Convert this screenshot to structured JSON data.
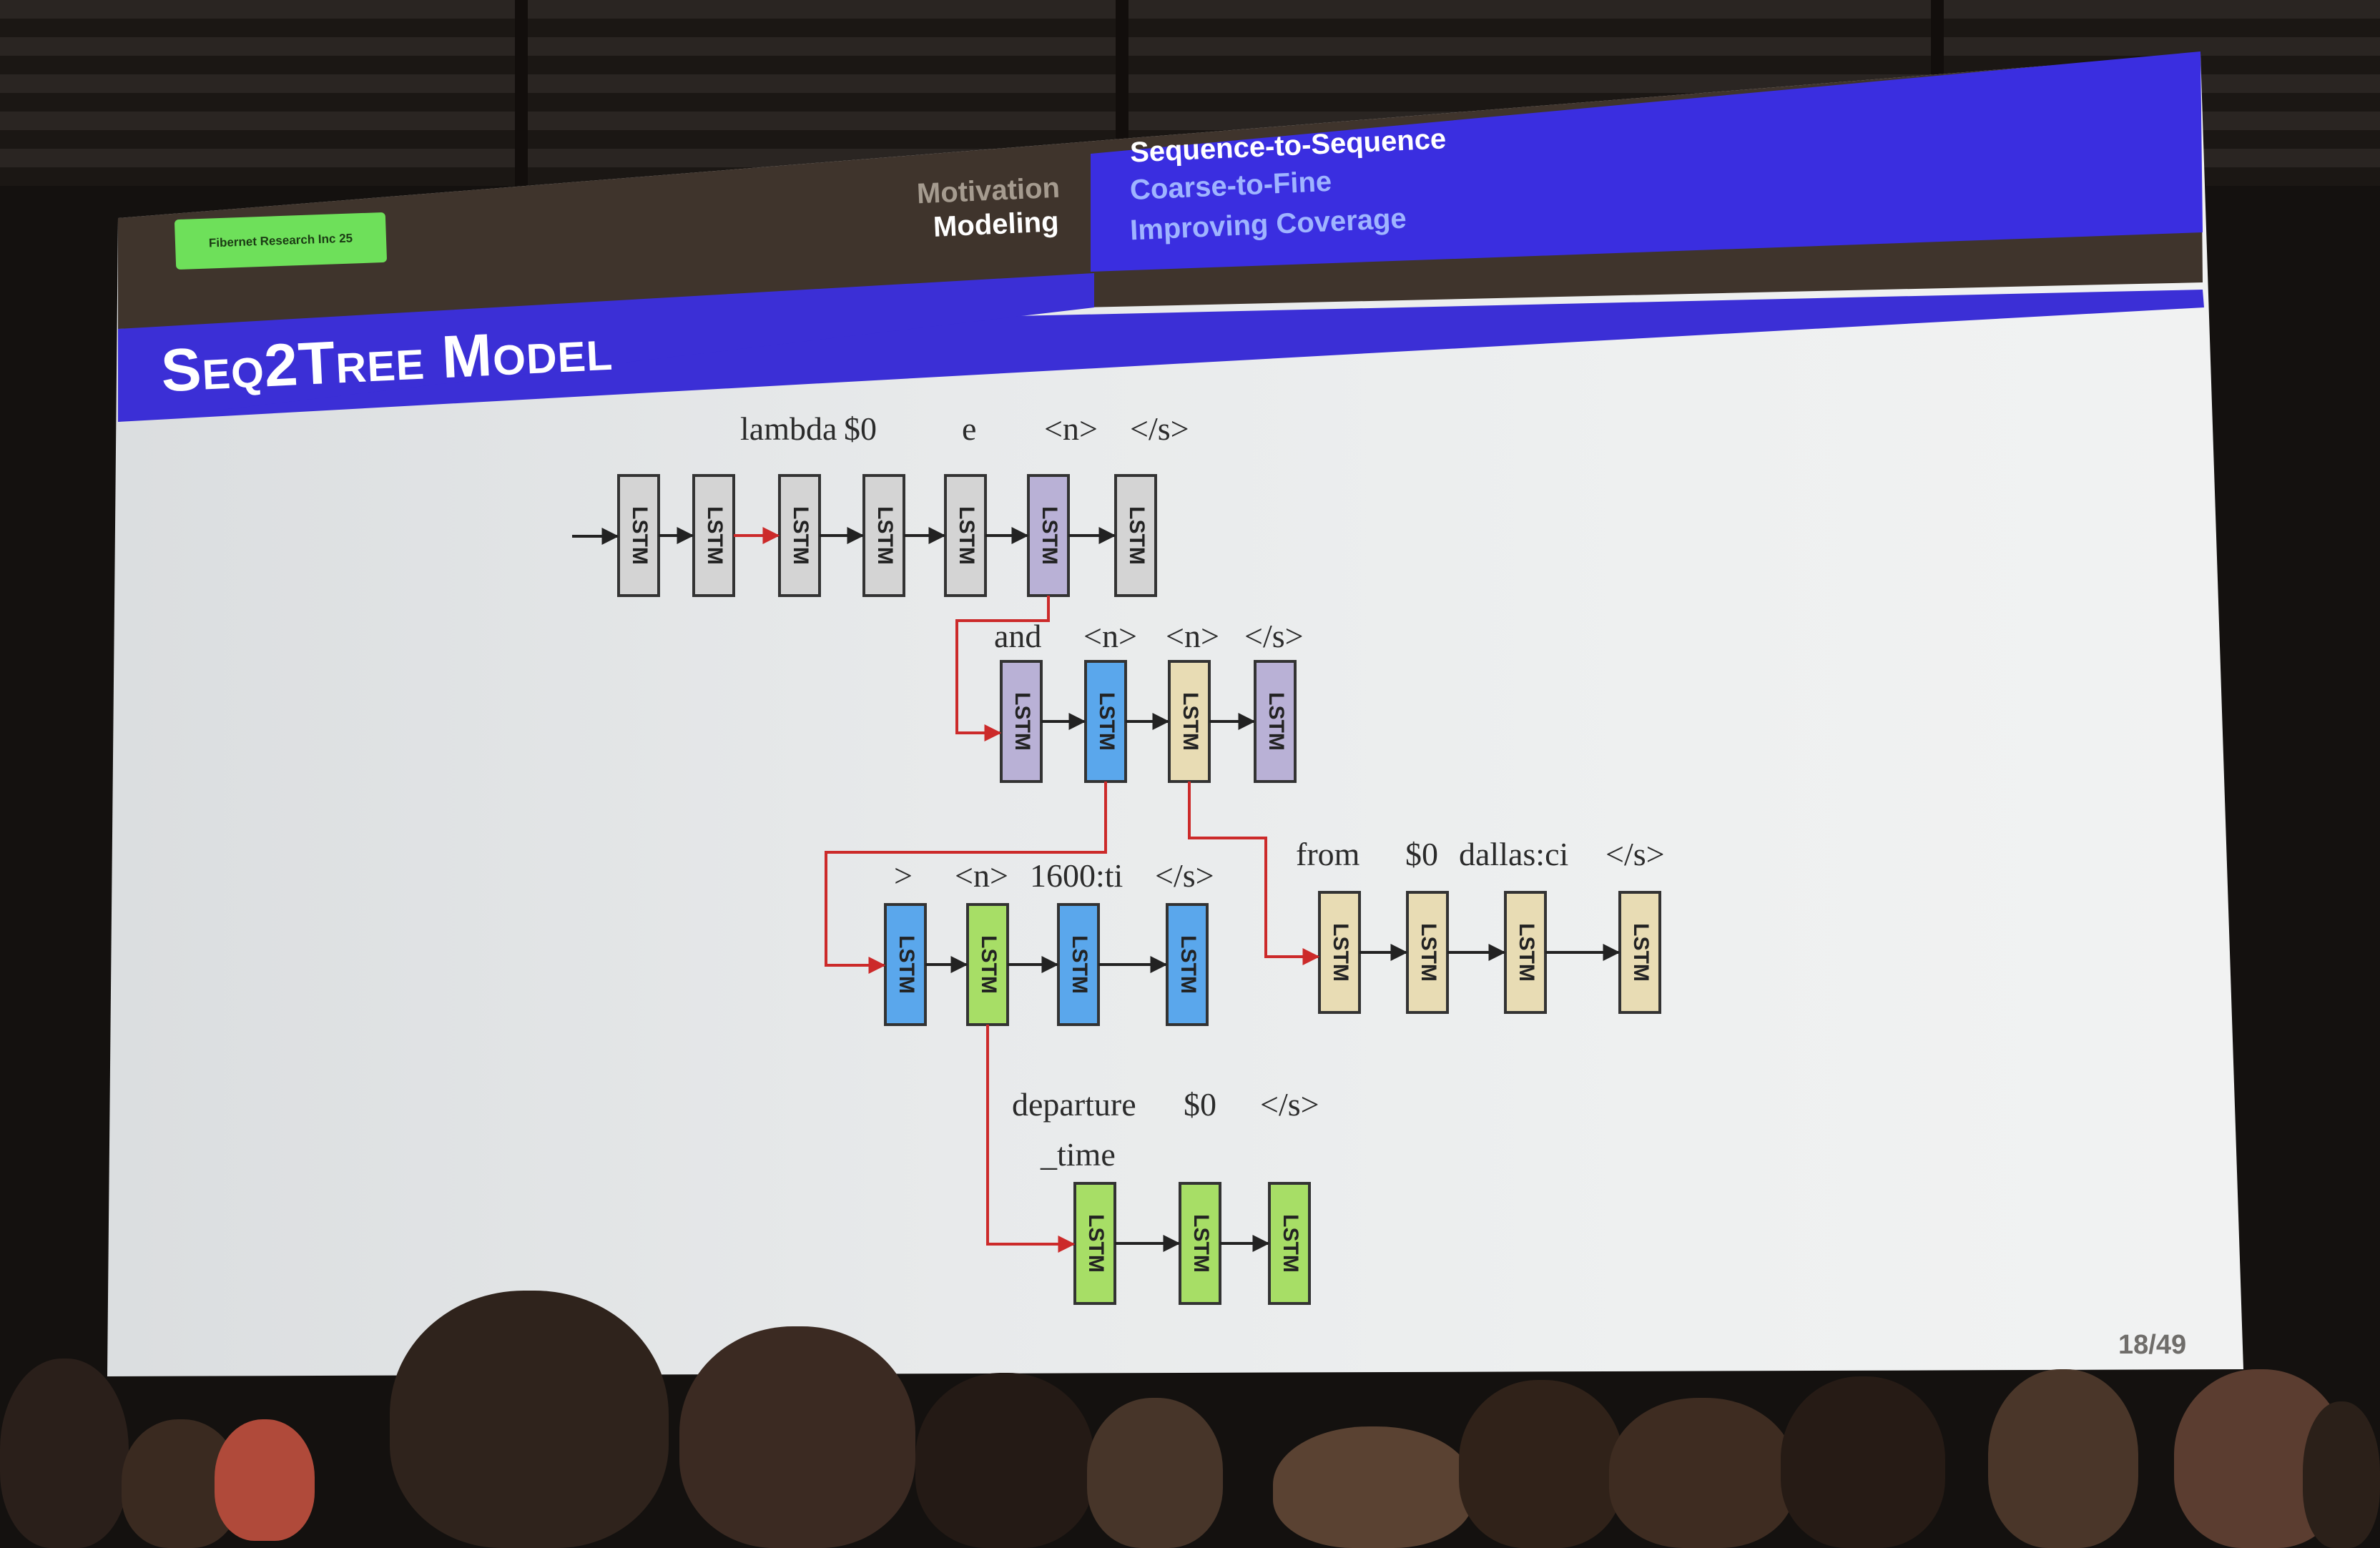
{
  "logo_text": "Fibernet Research Inc 25",
  "nav": {
    "sections": [
      "Motivation",
      "Modeling"
    ],
    "active_section": "Modeling",
    "subsections": [
      "Sequence-to-Sequence",
      "Coarse-to-Fine",
      "Improving Coverage"
    ],
    "active_subsection": "Sequence-to-Sequence"
  },
  "slide_title": "Seq2Tree Model",
  "page_number": "18/49",
  "colors": {
    "title_bar": "#3b2fd6",
    "logo": "#6ee05a",
    "lstm_gray": "#d4d4d4",
    "lstm_purple": "#b9b1d6",
    "lstm_blue": "#5aa7ec",
    "lstm_tan": "#e8dcb4",
    "lstm_green": "#a7de66",
    "parent_feed_arrow": "#cc2a2a"
  },
  "diagram": {
    "cell_label": "LSTM",
    "rows": [
      {
        "tokens": [
          "lambda",
          "$0",
          "e",
          "<n>",
          "</s>"
        ],
        "cells": [
          "gray",
          "gray",
          "gray",
          "gray",
          "gray",
          "purple",
          "gray"
        ]
      },
      {
        "tokens": [
          "and",
          "<n>",
          "<n>",
          "</s>"
        ],
        "cells": [
          "purple",
          "blue",
          "tan",
          "purple"
        ]
      },
      {
        "tokens": [
          ">",
          "<n>",
          "1600:ti",
          "</s>"
        ],
        "cells": [
          "blue",
          "green",
          "blue",
          "blue"
        ]
      },
      {
        "tokens": [
          "from",
          "$0",
          "dallas:ci",
          "</s>"
        ],
        "cells": [
          "tan",
          "tan",
          "tan",
          "tan"
        ]
      },
      {
        "tokens": [
          "departure _time",
          "$0",
          "</s>"
        ],
        "cells": [
          "green",
          "green",
          "green"
        ]
      }
    ]
  }
}
